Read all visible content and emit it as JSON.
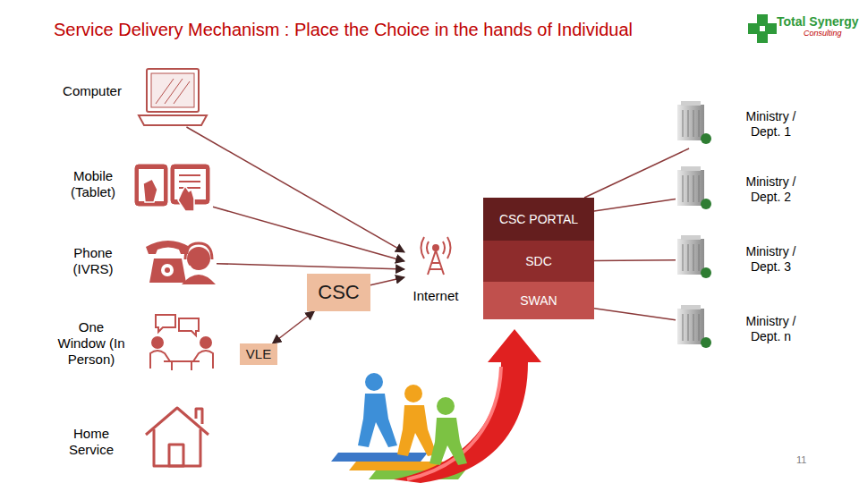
{
  "diagram": {
    "title": "Service Delivery Mechanism : Place the Choice in the hands of Individual",
    "nodes": [
      {
        "text": [
          "Computer"
        ]
      },
      {
        "text": [
          "Mobile (Tablet)"
        ]
      },
      {
        "text": [
          "Phone (IVRS)"
        ]
      },
      {
        "text": [
          "One Window (In Person)"
        ]
      },
      {
        "text": [
          "Home Service"
        ]
      },
      {
        "text": [
          "CSC"
        ]
      },
      {
        "text": [
          "VLE"
        ]
      },
      {
        "text": [
          "Internet"
        ]
      },
      {
        "text": [
          "CSC PORTAL"
        ]
      },
      {
        "text": [
          "SDC"
        ]
      },
      {
        "text": [
          "SWAN"
        ]
      },
      {
        "text": [
          "Ministry / Dept. 1"
        ]
      },
      {
        "text": [
          "Ministry / Dept. 2"
        ]
      },
      {
        "text": [
          "Ministry / Dept. 3"
        ]
      },
      {
        "text": [
          "Ministry / Dept. n"
        ]
      }
    ],
    "edges": [
      {
        "from": 0,
        "to": 7,
        "arrow": "to"
      },
      {
        "from": 1,
        "to": 7,
        "arrow": "to"
      },
      {
        "from": 2,
        "to": 7,
        "arrow": "to"
      },
      {
        "from": 5,
        "to": 7,
        "arrow": "to"
      },
      {
        "from": 6,
        "to": 5,
        "arrow": "both"
      },
      {
        "from": 8,
        "to": 11,
        "arrow": "none"
      },
      {
        "from": 8,
        "to": 12,
        "arrow": "none"
      },
      {
        "from": 9,
        "to": 13,
        "arrow": "none"
      },
      {
        "from": 10,
        "to": 14,
        "arrow": "none"
      }
    ],
    "labels": [
      "Total Synergy",
      "Consulting",
      "11"
    ]
  }
}
